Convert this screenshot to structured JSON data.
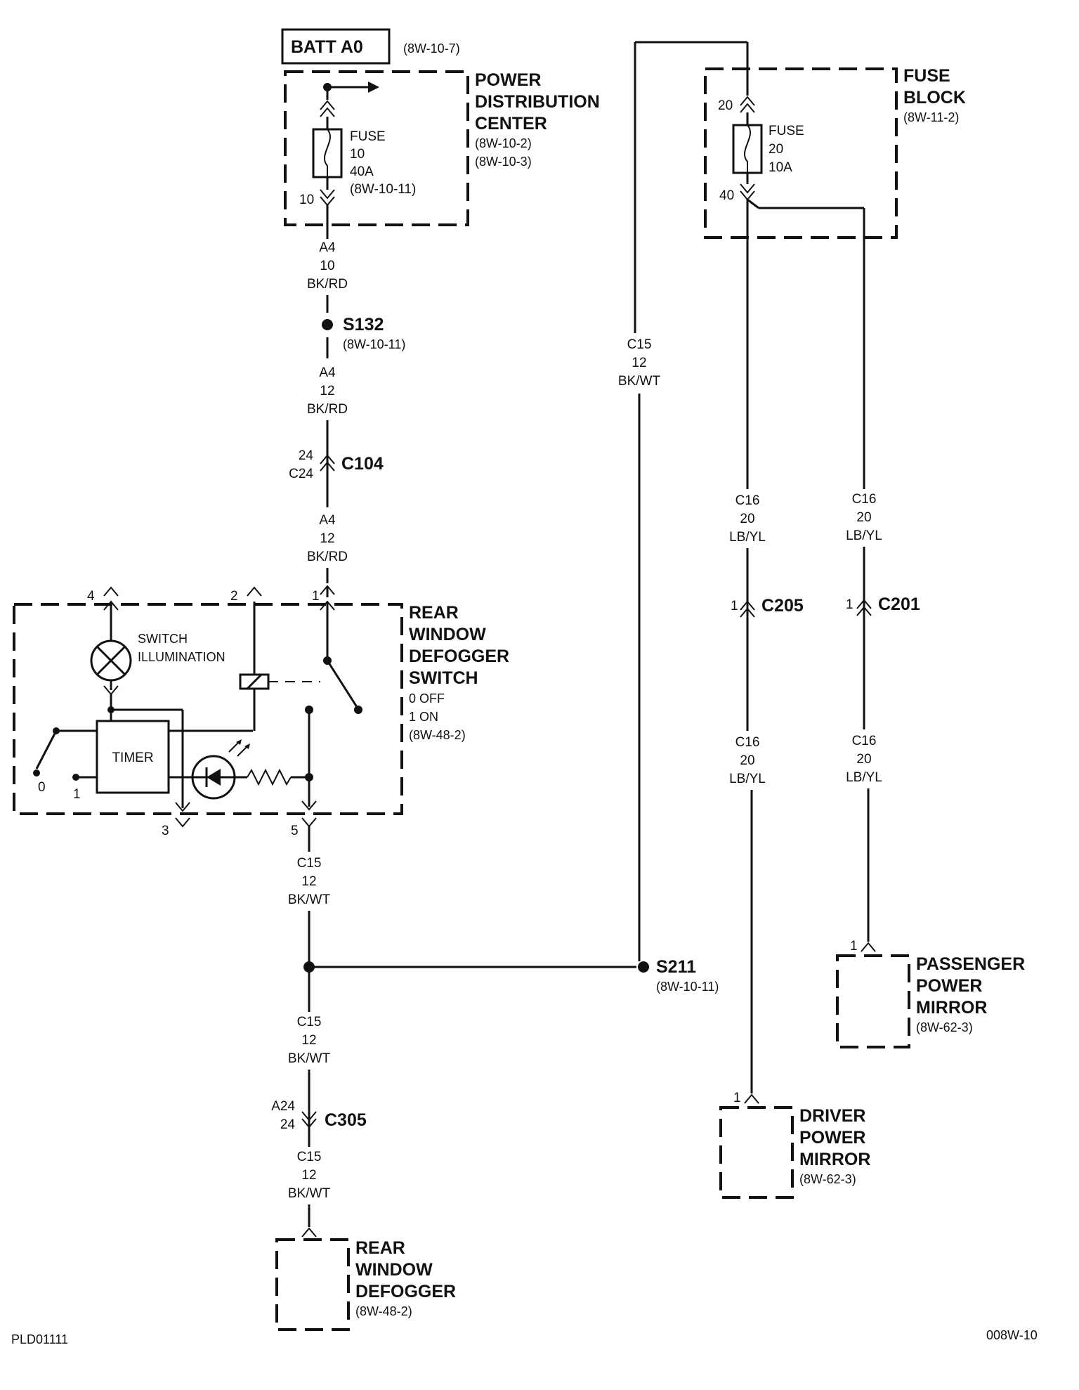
{
  "batt": {
    "label": "BATT A0",
    "ref": "(8W-10-7)"
  },
  "pdc": {
    "title": [
      "POWER",
      "DISTRIBUTION",
      "CENTER"
    ],
    "refs": [
      "(8W-10-2)",
      "(8W-10-3)"
    ],
    "fuse": [
      "FUSE",
      "10",
      "40A",
      "(8W-10-11)"
    ],
    "pin": "10"
  },
  "wire_a4_1": [
    "A4",
    "10",
    "BK/RD"
  ],
  "s132": {
    "label": "S132",
    "ref": "(8W-10-11)"
  },
  "wire_a4_2": [
    "A4",
    "12",
    "BK/RD"
  ],
  "c104": {
    "label": "C104",
    "pins": [
      "24",
      "C24"
    ]
  },
  "wire_a4_3": [
    "A4",
    "12",
    "BK/RD"
  ],
  "fuse_block": {
    "title": [
      "FUSE",
      "BLOCK"
    ],
    "ref": "(8W-11-2)",
    "fuse": [
      "FUSE",
      "20",
      "10A"
    ],
    "pin_top": "20",
    "pin_bottom": "40"
  },
  "wire_c15_top": [
    "C15",
    "12",
    "BK/WT"
  ],
  "wire_c16_a1": [
    "C16",
    "20",
    "LB/YL"
  ],
  "wire_c16_b1": [
    "C16",
    "20",
    "LB/YL"
  ],
  "c205": {
    "label": "C205",
    "pin": "1"
  },
  "c201": {
    "label": "C201",
    "pin": "1"
  },
  "wire_c16_a2": [
    "C16",
    "20",
    "LB/YL"
  ],
  "wire_c16_b2": [
    "C16",
    "20",
    "LB/YL"
  ],
  "switch": {
    "title": [
      "REAR",
      "WINDOW",
      "DEFOGGER",
      "SWITCH"
    ],
    "modes": [
      "0 OFF",
      "1 ON"
    ],
    "ref": "(8W-48-2)",
    "illumination": [
      "SWITCH",
      "ILLUMINATION"
    ],
    "timer": "TIMER",
    "pins": [
      "4",
      "2",
      "1",
      "3",
      "5"
    ],
    "positions": [
      "0",
      "1"
    ]
  },
  "wire_c15_1": [
    "C15",
    "12",
    "BK/WT"
  ],
  "s211": {
    "label": "S211",
    "ref": "(8W-10-11)"
  },
  "wire_c15_2": [
    "C15",
    "12",
    "BK/WT"
  ],
  "c305": {
    "label": "C305",
    "pins": [
      "A24",
      "24"
    ]
  },
  "wire_c15_3": [
    "C15",
    "12",
    "BK/WT"
  ],
  "defogger": {
    "title": [
      "REAR",
      "WINDOW",
      "DEFOGGER"
    ],
    "ref": "(8W-48-2)"
  },
  "passenger_mirror": {
    "title": [
      "PASSENGER",
      "POWER",
      "MIRROR"
    ],
    "ref": "(8W-62-3)",
    "pin": "1"
  },
  "driver_mirror": {
    "title": [
      "DRIVER",
      "POWER",
      "MIRROR"
    ],
    "ref": "(8W-62-3)",
    "pin": "1"
  },
  "footer": {
    "left": "PLD01111",
    "right": "008W-10"
  }
}
